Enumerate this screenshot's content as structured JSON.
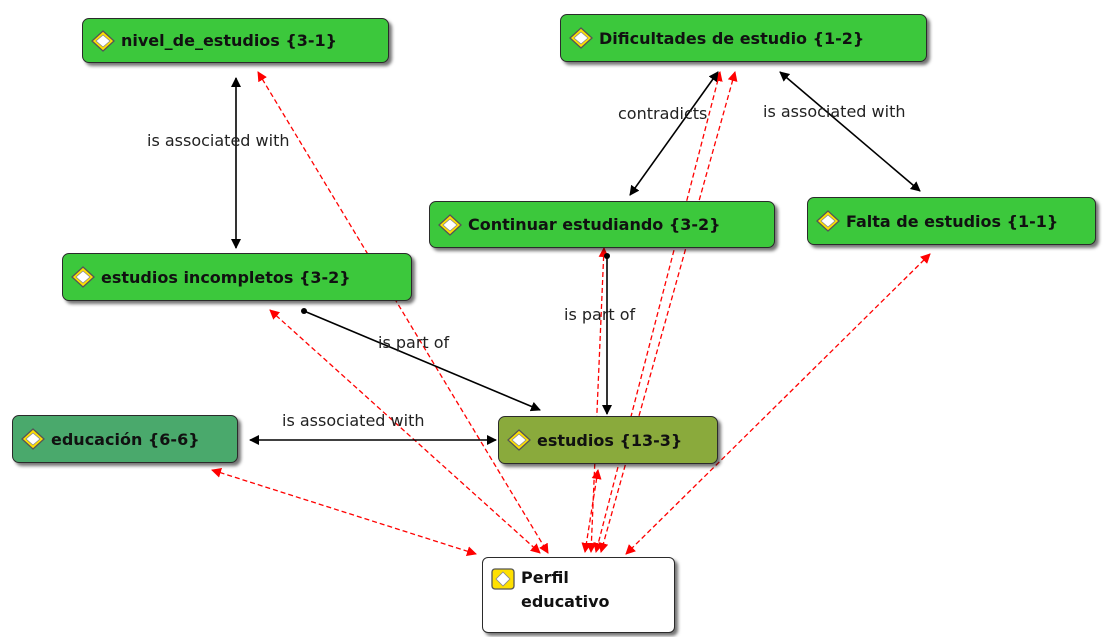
{
  "colors": {
    "code_green": "#3cc83c",
    "educacion_green": "#4aa96c",
    "estudios_olive": "#8aaa3c",
    "perfil_white": "#ffffff",
    "relation_line": "#000000",
    "link_line": "#ff0000",
    "icon_fill": "#ffe000"
  },
  "icons": {
    "code": "code-diamond-icon",
    "memo": "memo-icon"
  },
  "nodes": {
    "nivel": "nivel_de_estudios {3-1}",
    "dificultades": "Dificultades de estudio {1-2}",
    "continuar": "Continuar estudiando {3-2}",
    "falta": "Falta de estudios {1-1}",
    "incompletos": "estudios incompletos {3-2}",
    "educacion": "educación {6-6}",
    "estudios": "estudios {13-3}",
    "perfil": "Perfil educativo"
  },
  "relations": {
    "nivel_incompletos": "is associated with",
    "dificultades_continuar": "contradicts",
    "dificultades_falta": "is associated with",
    "incompletos_estudios": "is part of",
    "continuar_estudios": "is part of",
    "educacion_estudios": "is associated with"
  }
}
